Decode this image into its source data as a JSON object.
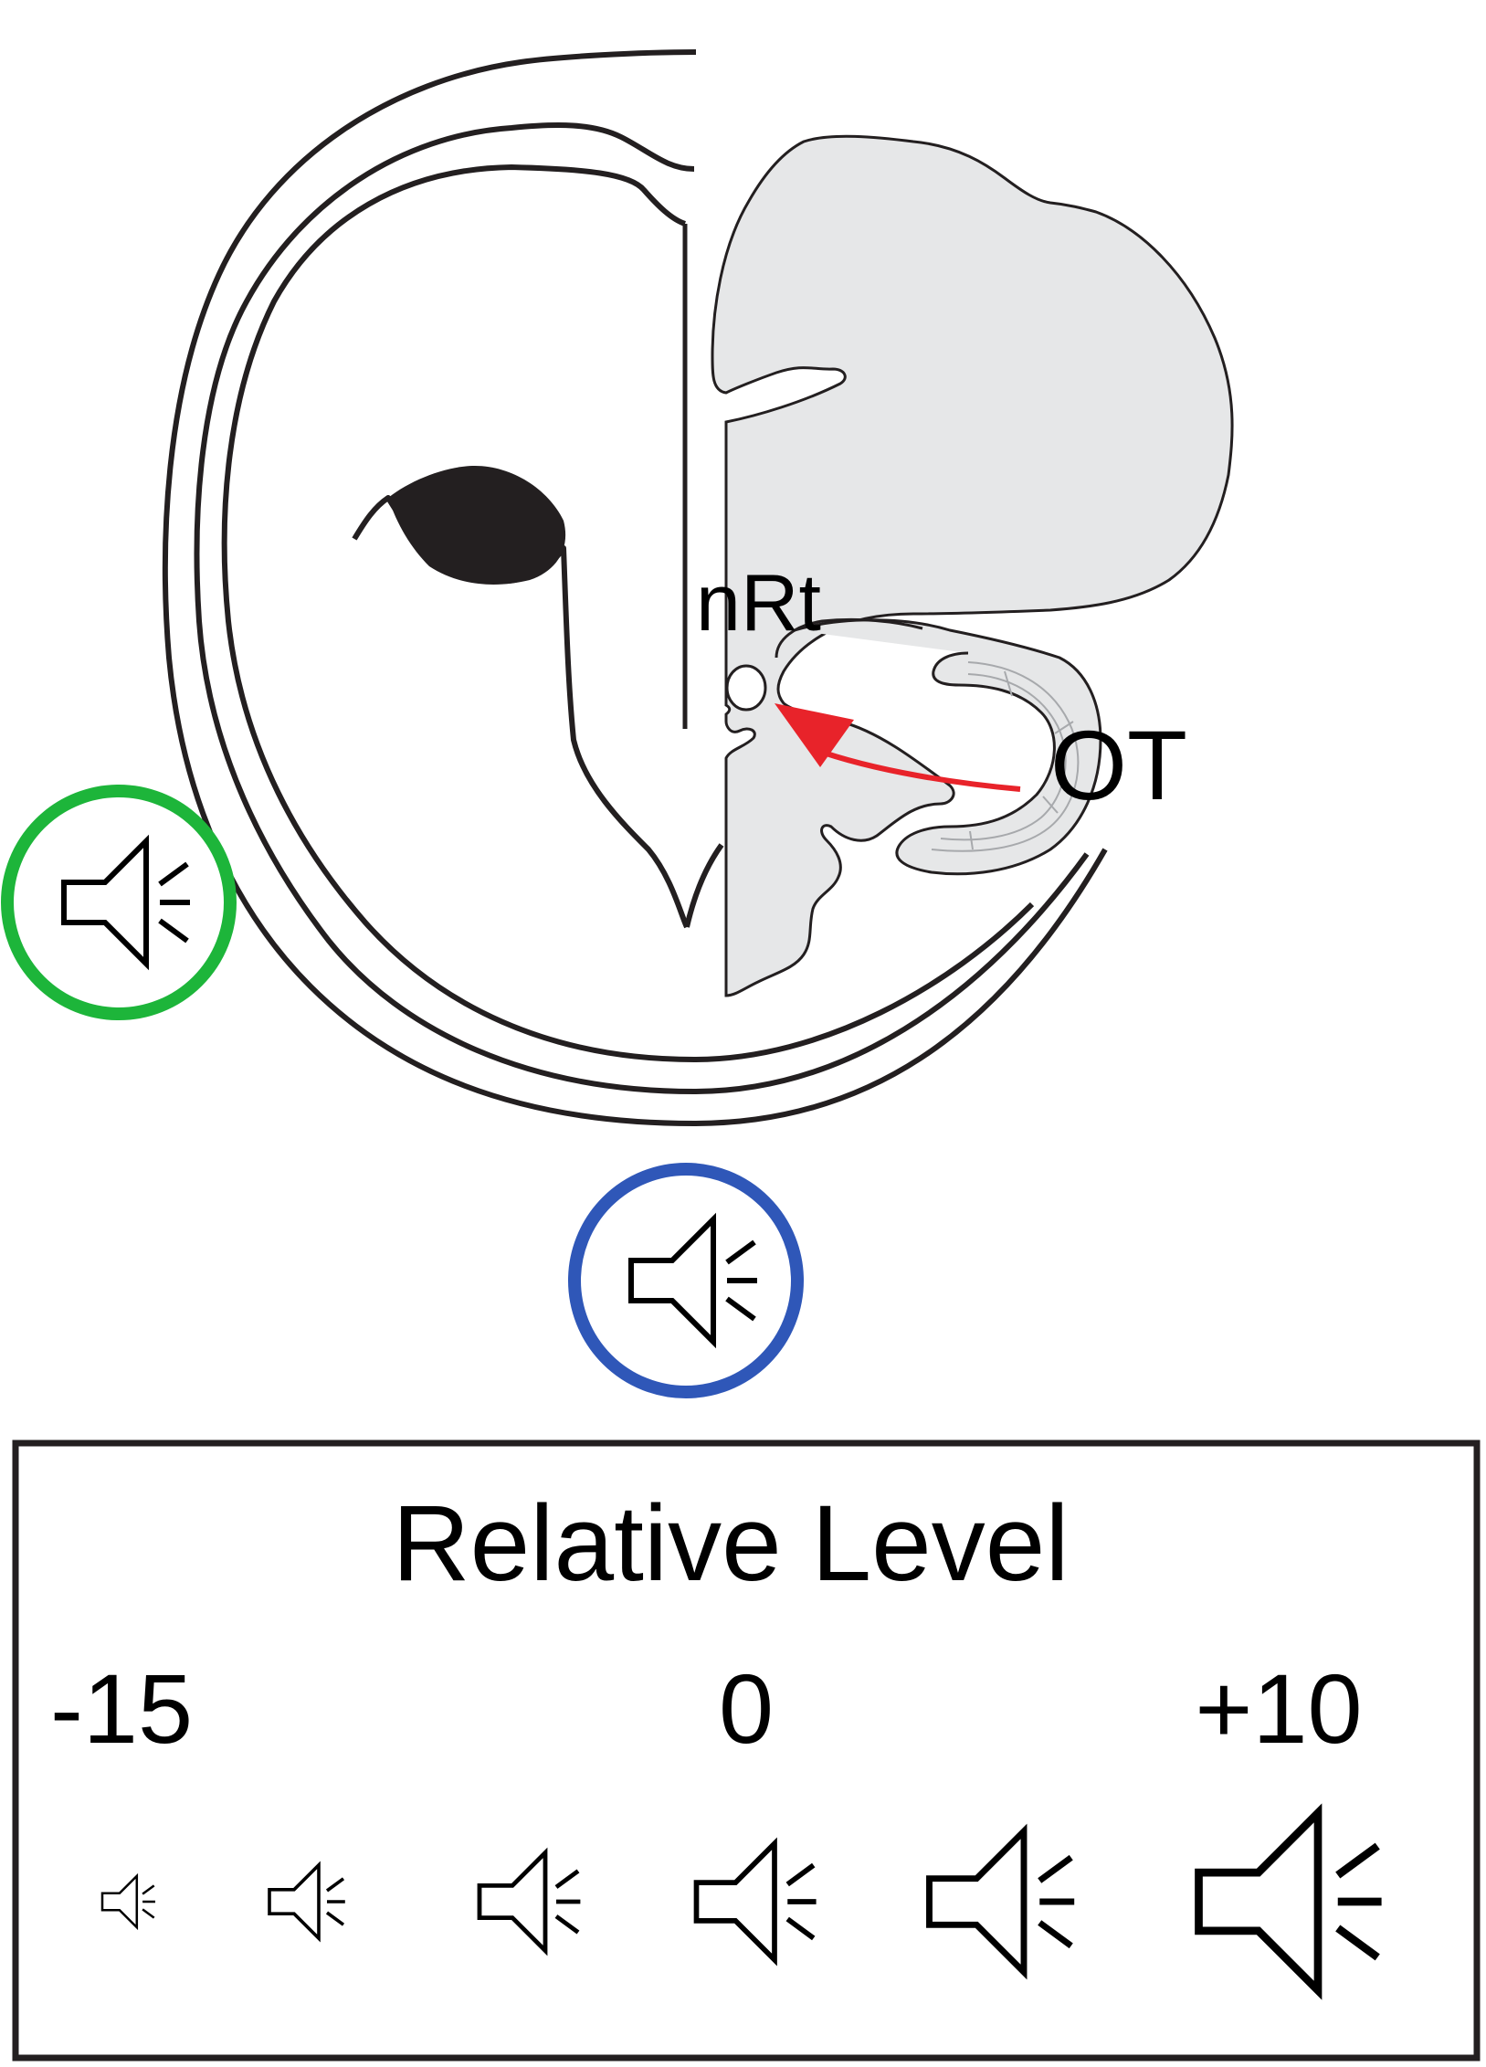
{
  "diagram": {
    "labels": {
      "nrt": "nRt",
      "ot": "OT"
    },
    "speakers": {
      "left": {
        "ring_color": "#1db53a",
        "icon": "speaker-icon"
      },
      "front": {
        "ring_color": "#2f57b8",
        "icon": "speaker-icon"
      }
    },
    "arrow_color": "#e8232a",
    "brain_fill": "#e6e7e8"
  },
  "legend": {
    "title": "Relative Level",
    "tick_labels": [
      "-15",
      "0",
      "+10"
    ],
    "levels": [
      {
        "icon": "speaker-icon"
      },
      {
        "icon": "speaker-icon"
      },
      {
        "icon": "speaker-icon"
      },
      {
        "icon": "speaker-icon"
      },
      {
        "icon": "speaker-icon"
      },
      {
        "icon": "speaker-icon"
      }
    ]
  }
}
